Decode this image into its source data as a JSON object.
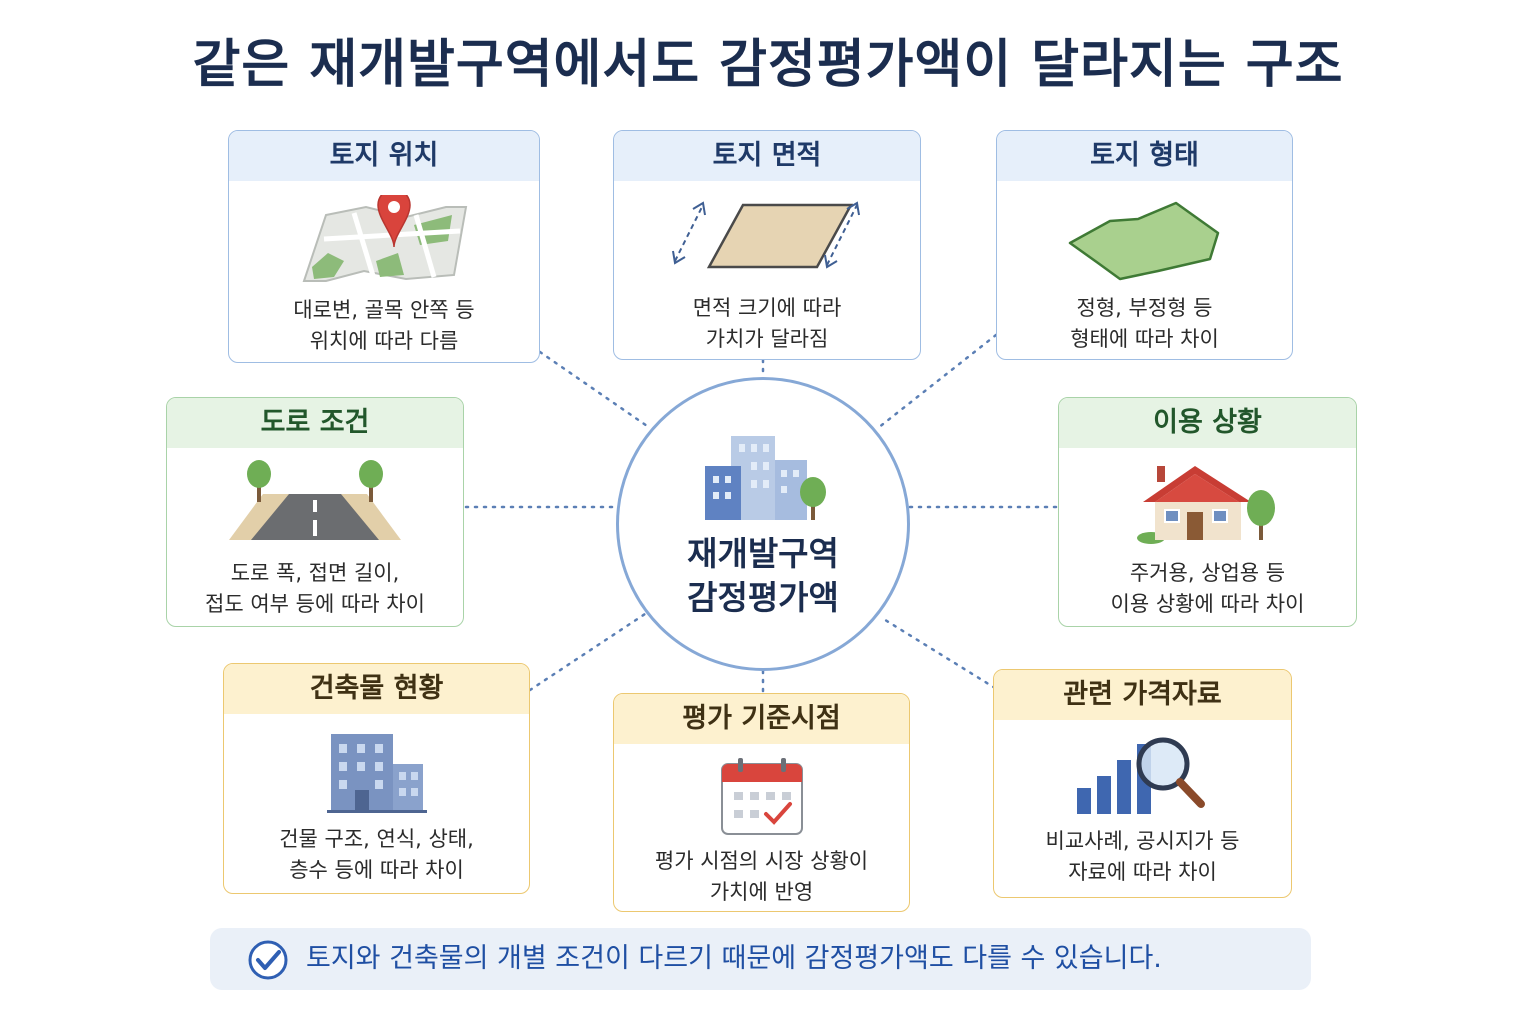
{
  "title": "같은 재개발구역에서도 감정평가액이 달라지는 구조",
  "center": {
    "line1": "재개발구역",
    "line2": "감정평가액",
    "icon": "city-buildings-icon"
  },
  "cards": {
    "land_location": {
      "title": "토지 위치",
      "line1": "대로변, 골목 안쪽 등",
      "line2": "위치에 따라 다름",
      "icon": "map-pin-icon"
    },
    "land_area": {
      "title": "토지 면적",
      "line1": "면적 크기에 따라",
      "line2": "가치가 달라짐",
      "icon": "land-area-icon"
    },
    "land_shape": {
      "title": "토지 형태",
      "line1": "정형, 부정형 등",
      "line2": "형태에 따라 차이",
      "icon": "land-shape-icon"
    },
    "road": {
      "title": "도로 조건",
      "line1": "도로 폭, 접면 길이,",
      "line2": "접도 여부 등에 따라 차이",
      "icon": "road-icon"
    },
    "usage": {
      "title": "이용 상황",
      "line1": "주거용, 상업용 등",
      "line2": "이용 상황에 따라 차이",
      "icon": "house-icon"
    },
    "building": {
      "title": "건축물 현황",
      "line1": "건물 구조, 연식, 상태,",
      "line2": "층수 등에 따라 차이",
      "icon": "building-icon"
    },
    "base_date": {
      "title": "평가 기준시점",
      "line1": "평가 시점의 시장 상황이",
      "line2": "가치에 반영",
      "icon": "calendar-icon"
    },
    "price_data": {
      "title": "관련 가격자료",
      "line1": "비교사례, 공시지가 등",
      "line2": "자료에 따라 차이",
      "icon": "bar-chart-search-icon"
    }
  },
  "footer": {
    "text": "토지와 건축물의 개별 조건이 다르기 때문에 감정평가액도 다를 수 있습니다.",
    "icon": "check-circle-icon"
  },
  "colors": {
    "blue": "#9fbde3",
    "green": "#a9d3a8",
    "gold": "#ecc870",
    "title": "#1b2d4f",
    "footer_text": "#1f4fa3"
  }
}
